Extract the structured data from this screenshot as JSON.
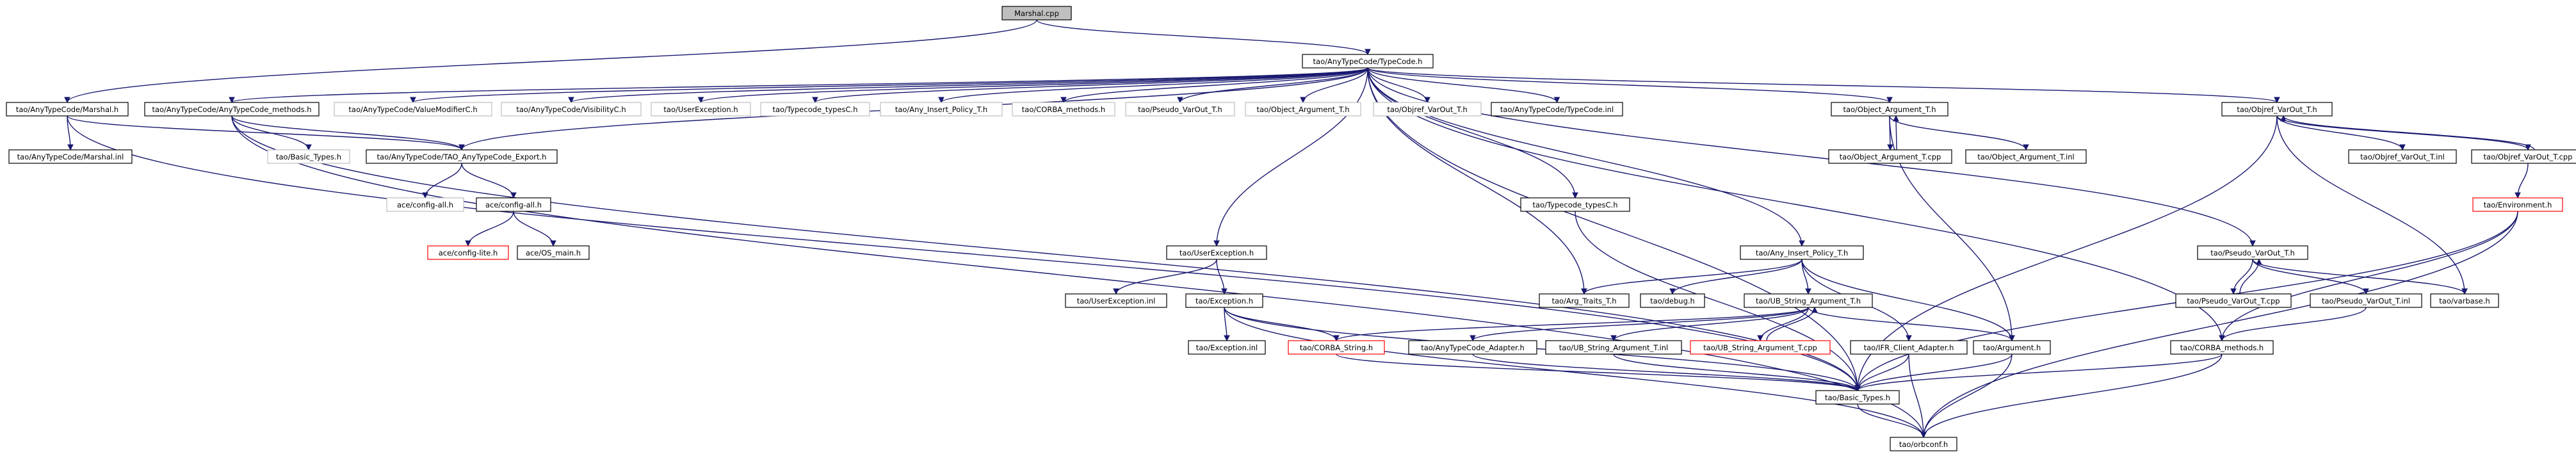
{
  "colors": {
    "edge": "#191970",
    "border_normal": "#000000",
    "border_missing": "#bfbfbf",
    "border_truncated": "#ff0000",
    "root_fill": "#bfbfbf",
    "fill": "#ffffff",
    "text": "#000000"
  },
  "nodes": [
    {
      "id": "n_marshal_cpp",
      "label": "Marshal.cpp",
      "kind": "root"
    },
    {
      "id": "n_typecode_h",
      "label": "tao/AnyTypeCode/TypeCode.h",
      "kind": "normal"
    },
    {
      "id": "n_marshal_h",
      "label": "tao/AnyTypeCode/Marshal.h",
      "kind": "normal"
    },
    {
      "id": "n_anytypecode_methods_h",
      "label": "tao/AnyTypeCode/AnyTypeCode_methods.h",
      "kind": "normal"
    },
    {
      "id": "n_valuemodifierc_h",
      "label": "tao/AnyTypeCode/ValueModifierC.h",
      "kind": "missing"
    },
    {
      "id": "n_visibilityc_h",
      "label": "tao/AnyTypeCode/VisibilityC.h",
      "kind": "missing"
    },
    {
      "id": "n_userexception_h_a",
      "label": "tao/UserException.h",
      "kind": "missing"
    },
    {
      "id": "n_typecode_typesc_h_a",
      "label": "tao/Typecode_typesC.h",
      "kind": "missing"
    },
    {
      "id": "n_any_insert_policy_t_h_a",
      "label": "tao/Any_Insert_Policy_T.h",
      "kind": "missing"
    },
    {
      "id": "n_corba_methods_h_a",
      "label": "tao/CORBA_methods.h",
      "kind": "missing"
    },
    {
      "id": "n_pseudo_varout_t_h_a",
      "label": "tao/Pseudo_VarOut_T.h",
      "kind": "missing"
    },
    {
      "id": "n_object_argument_t_h_a",
      "label": "tao/Object_Argument_T.h",
      "kind": "missing"
    },
    {
      "id": "n_objref_varout_t_h_a",
      "label": "tao/Objref_VarOut_T.h",
      "kind": "missing"
    },
    {
      "id": "n_typecode_inl",
      "label": "tao/AnyTypeCode/TypeCode.inl",
      "kind": "normal"
    },
    {
      "id": "n_object_argument_t_h",
      "label": "tao/Object_Argument_T.h",
      "kind": "normal"
    },
    {
      "id": "n_objref_varout_t_h",
      "label": "tao/Objref_VarOut_T.h",
      "kind": "normal"
    },
    {
      "id": "n_marshal_inl",
      "label": "tao/AnyTypeCode/Marshal.inl",
      "kind": "normal"
    },
    {
      "id": "n_basic_types_h_a",
      "label": "tao/Basic_Types.h",
      "kind": "missing"
    },
    {
      "id": "n_tao_anytypecode_export_h",
      "label": "tao/AnyTypeCode/TAO_AnyTypeCode_Export.h",
      "kind": "normal"
    },
    {
      "id": "n_object_argument_t_cpp",
      "label": "tao/Object_Argument_T.cpp",
      "kind": "normal"
    },
    {
      "id": "n_object_argument_t_inl",
      "label": "tao/Object_Argument_T.inl",
      "kind": "normal"
    },
    {
      "id": "n_objref_varout_t_inl",
      "label": "tao/Objref_VarOut_T.inl",
      "kind": "normal"
    },
    {
      "id": "n_objref_varout_t_cpp",
      "label": "tao/Objref_VarOut_T.cpp",
      "kind": "normal"
    },
    {
      "id": "n_ace_config_all_h_a",
      "label": "ace/config-all.h",
      "kind": "missing"
    },
    {
      "id": "n_ace_config_all_h",
      "label": "ace/config-all.h",
      "kind": "normal"
    },
    {
      "id": "n_environment_h",
      "label": "tao/Environment.h",
      "kind": "truncated"
    },
    {
      "id": "n_ace_config_lite_h",
      "label": "ace/config-lite.h",
      "kind": "truncated"
    },
    {
      "id": "n_ace_os_main_h",
      "label": "ace/OS_main.h",
      "kind": "normal"
    },
    {
      "id": "n_typecode_typesc_h",
      "label": "tao/Typecode_typesC.h",
      "kind": "normal"
    },
    {
      "id": "n_userexception_h",
      "label": "tao/UserException.h",
      "kind": "normal"
    },
    {
      "id": "n_any_insert_policy_t_h",
      "label": "tao/Any_Insert_Policy_T.h",
      "kind": "normal"
    },
    {
      "id": "n_pseudo_varout_t_h",
      "label": "tao/Pseudo_VarOut_T.h",
      "kind": "normal"
    },
    {
      "id": "n_userexception_inl",
      "label": "tao/UserException.inl",
      "kind": "normal"
    },
    {
      "id": "n_arg_traits_t_h",
      "label": "tao/Arg_Traits_T.h",
      "kind": "normal"
    },
    {
      "id": "n_debug_h",
      "label": "tao/debug.h",
      "kind": "normal"
    },
    {
      "id": "n_ub_string_argument_t_h",
      "label": "tao/UB_String_Argument_T.h",
      "kind": "normal"
    },
    {
      "id": "n_pseudo_varout_t_cpp",
      "label": "tao/Pseudo_VarOut_T.cpp",
      "kind": "normal"
    },
    {
      "id": "n_pseudo_varout_t_inl",
      "label": "tao/Pseudo_VarOut_T.inl",
      "kind": "normal"
    },
    {
      "id": "n_varbase_h",
      "label": "tao/varbase.h",
      "kind": "normal"
    },
    {
      "id": "n_exception_h",
      "label": "tao/Exception.h",
      "kind": "normal"
    },
    {
      "id": "n_exception_inl",
      "label": "tao/Exception.inl",
      "kind": "normal"
    },
    {
      "id": "n_corba_string_h",
      "label": "tao/CORBA_String.h",
      "kind": "truncated"
    },
    {
      "id": "n_anytypecode_adapter_h",
      "label": "tao/AnyTypeCode_Adapter.h",
      "kind": "normal"
    },
    {
      "id": "n_ub_string_argument_t_inl",
      "label": "tao/UB_String_Argument_T.inl",
      "kind": "normal"
    },
    {
      "id": "n_ub_string_argument_t_cpp",
      "label": "tao/UB_String_Argument_T.cpp",
      "kind": "truncated"
    },
    {
      "id": "n_ifr_client_adapter_h",
      "label": "tao/IFR_Client_Adapter.h",
      "kind": "normal"
    },
    {
      "id": "n_argument_h",
      "label": "tao/Argument.h",
      "kind": "normal"
    },
    {
      "id": "n_corba_methods_h",
      "label": "tao/CORBA_methods.h",
      "kind": "normal"
    },
    {
      "id": "n_basic_types_h",
      "label": "tao/Basic_Types.h",
      "kind": "normal"
    },
    {
      "id": "n_orbconf_h",
      "label": "tao/orbconf.h",
      "kind": "normal"
    }
  ],
  "edges": [
    [
      "n_marshal_cpp",
      "n_typecode_h"
    ],
    [
      "n_marshal_cpp",
      "n_marshal_h"
    ],
    [
      "n_typecode_h",
      "n_anytypecode_methods_h"
    ],
    [
      "n_typecode_h",
      "n_valuemodifierc_h"
    ],
    [
      "n_typecode_h",
      "n_visibilityc_h"
    ],
    [
      "n_typecode_h",
      "n_userexception_h_a"
    ],
    [
      "n_typecode_h",
      "n_typecode_typesc_h_a"
    ],
    [
      "n_typecode_h",
      "n_any_insert_policy_t_h_a"
    ],
    [
      "n_typecode_h",
      "n_corba_methods_h_a"
    ],
    [
      "n_typecode_h",
      "n_pseudo_varout_t_h_a"
    ],
    [
      "n_typecode_h",
      "n_object_argument_t_h_a"
    ],
    [
      "n_typecode_h",
      "n_objref_varout_t_h_a"
    ],
    [
      "n_typecode_h",
      "n_typecode_inl"
    ],
    [
      "n_typecode_h",
      "n_object_argument_t_h"
    ],
    [
      "n_typecode_h",
      "n_objref_varout_t_h"
    ],
    [
      "n_typecode_h",
      "n_tao_anytypecode_export_h"
    ],
    [
      "n_typecode_h",
      "n_userexception_h"
    ],
    [
      "n_typecode_h",
      "n_typecode_typesc_h"
    ],
    [
      "n_typecode_h",
      "n_any_insert_policy_t_h"
    ],
    [
      "n_typecode_h",
      "n_arg_traits_t_h"
    ],
    [
      "n_typecode_h",
      "n_pseudo_varout_t_h"
    ],
    [
      "n_typecode_h",
      "n_corba_methods_h"
    ],
    [
      "n_typecode_h",
      "n_basic_types_h"
    ],
    [
      "n_marshal_h",
      "n_marshal_inl"
    ],
    [
      "n_marshal_h",
      "n_tao_anytypecode_export_h"
    ],
    [
      "n_marshal_h",
      "n_basic_types_h"
    ],
    [
      "n_anytypecode_methods_h",
      "n_basic_types_h_a"
    ],
    [
      "n_anytypecode_methods_h",
      "n_tao_anytypecode_export_h"
    ],
    [
      "n_anytypecode_methods_h",
      "n_basic_types_h"
    ],
    [
      "n_anytypecode_methods_h",
      "n_orbconf_h"
    ],
    [
      "n_tao_anytypecode_export_h",
      "n_ace_config_all_h_a"
    ],
    [
      "n_tao_anytypecode_export_h",
      "n_ace_config_all_h"
    ],
    [
      "n_ace_config_all_h",
      "n_ace_config_lite_h"
    ],
    [
      "n_ace_config_all_h",
      "n_ace_os_main_h"
    ],
    [
      "n_object_argument_t_h",
      "n_object_argument_t_cpp"
    ],
    [
      "n_object_argument_t_h",
      "n_object_argument_t_inl"
    ],
    [
      "n_object_argument_t_cpp",
      "n_object_argument_t_h"
    ],
    [
      "n_object_argument_t_h",
      "n_argument_h"
    ],
    [
      "n_objref_varout_t_h",
      "n_objref_varout_t_inl"
    ],
    [
      "n_objref_varout_t_h",
      "n_objref_varout_t_cpp"
    ],
    [
      "n_objref_varout_t_cpp",
      "n_objref_varout_t_h"
    ],
    [
      "n_objref_varout_t_h",
      "n_varbase_h"
    ],
    [
      "n_objref_varout_t_h",
      "n_basic_types_h"
    ],
    [
      "n_objref_varout_t_cpp",
      "n_environment_h"
    ],
    [
      "n_environment_h",
      "n_corba_methods_h"
    ],
    [
      "n_environment_h",
      "n_basic_types_h"
    ],
    [
      "n_environment_h",
      "n_orbconf_h"
    ],
    [
      "n_typecode_typesc_h",
      "n_basic_types_h"
    ],
    [
      "n_userexception_h",
      "n_userexception_inl"
    ],
    [
      "n_userexception_h",
      "n_exception_h"
    ],
    [
      "n_exception_h",
      "n_exception_inl"
    ],
    [
      "n_exception_h",
      "n_corba_string_h"
    ],
    [
      "n_exception_h",
      "n_basic_types_h"
    ],
    [
      "n_exception_h",
      "n_orbconf_h"
    ],
    [
      "n_any_insert_policy_t_h",
      "n_arg_traits_t_h"
    ],
    [
      "n_any_insert_policy_t_h",
      "n_debug_h"
    ],
    [
      "n_any_insert_policy_t_h",
      "n_ub_string_argument_t_h"
    ],
    [
      "n_any_insert_policy_t_h",
      "n_ifr_client_adapter_h"
    ],
    [
      "n_any_insert_policy_t_h",
      "n_argument_h"
    ],
    [
      "n_ub_string_argument_t_h",
      "n_anytypecode_adapter_h"
    ],
    [
      "n_ub_string_argument_t_h",
      "n_ub_string_argument_t_inl"
    ],
    [
      "n_ub_string_argument_t_h",
      "n_ub_string_argument_t_cpp"
    ],
    [
      "n_ub_string_argument_t_cpp",
      "n_ub_string_argument_t_h"
    ],
    [
      "n_ub_string_argument_t_h",
      "n_argument_h"
    ],
    [
      "n_ub_string_argument_t_h",
      "n_corba_string_h"
    ],
    [
      "n_pseudo_varout_t_h",
      "n_pseudo_varout_t_cpp"
    ],
    [
      "n_pseudo_varout_t_cpp",
      "n_pseudo_varout_t_h"
    ],
    [
      "n_pseudo_varout_t_h",
      "n_pseudo_varout_t_inl"
    ],
    [
      "n_pseudo_varout_t_h",
      "n_varbase_h"
    ],
    [
      "n_pseudo_varout_t_inl",
      "n_corba_methods_h"
    ],
    [
      "n_corba_string_h",
      "n_basic_types_h"
    ],
    [
      "n_anytypecode_adapter_h",
      "n_basic_types_h"
    ],
    [
      "n_ub_string_argument_t_inl",
      "n_basic_types_h"
    ],
    [
      "n_ifr_client_adapter_h",
      "n_basic_types_h"
    ],
    [
      "n_ifr_client_adapter_h",
      "n_orbconf_h"
    ],
    [
      "n_argument_h",
      "n_basic_types_h"
    ],
    [
      "n_argument_h",
      "n_orbconf_h"
    ],
    [
      "n_corba_methods_h",
      "n_basic_types_h"
    ],
    [
      "n_corba_methods_h",
      "n_orbconf_h"
    ],
    [
      "n_basic_types_h",
      "n_orbconf_h"
    ]
  ]
}
